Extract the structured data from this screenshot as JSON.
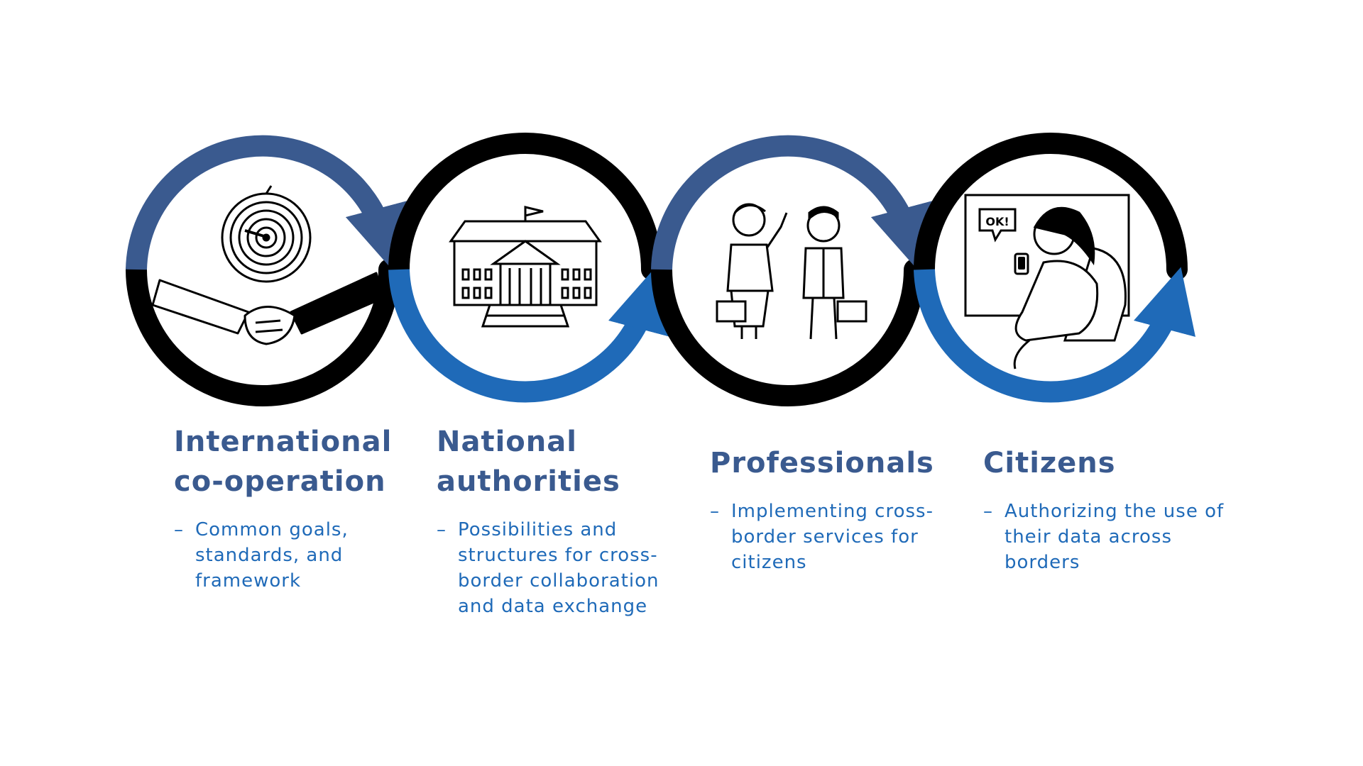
{
  "stages": [
    {
      "id": "international",
      "title_line1": "International",
      "title_line2": "co-operation",
      "description": "Common goals, standards, and framework",
      "icons": [
        "target-icon",
        "handshake-icon"
      ]
    },
    {
      "id": "national",
      "title_line1": "National",
      "title_line2": "authorities",
      "description": "Possibilities and structures for cross-border collaboration and data exchange",
      "icons": [
        "government-building-icon"
      ]
    },
    {
      "id": "professionals",
      "title_line1": "Professionals",
      "title_line2": "",
      "description": "Implementing cross-border services for citizens",
      "icons": [
        "businesswoman-icon",
        "businessman-icon"
      ]
    },
    {
      "id": "citizens",
      "title_line1": "Citizens",
      "title_line2": "",
      "description": "Authorizing the use of their data across borders",
      "speech_bubble": "OK!",
      "icons": [
        "pregnant-woman-icon",
        "smartphone-icon"
      ]
    }
  ],
  "colors": {
    "ring_black": "#000000",
    "arrow_dark_blue": "#3a5a8f",
    "arrow_bright_blue": "#1f6ab8",
    "title_text": "#3a5a8f",
    "description_text": "#1f6ab8"
  }
}
